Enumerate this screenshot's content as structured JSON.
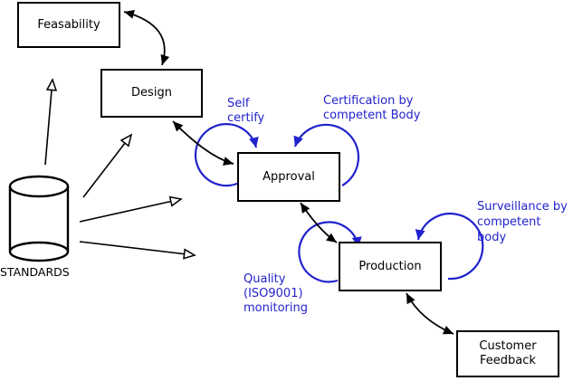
{
  "diagram": {
    "description": "Standards-driven product lifecycle flow diagram",
    "colors": {
      "line_black": "#000000",
      "annotation_blue": "#2222cc",
      "box_fill": "#ffffff"
    },
    "nodes": {
      "feasability": {
        "label": "Feasability"
      },
      "design": {
        "label": "Design"
      },
      "approval": {
        "label": "Approval"
      },
      "production": {
        "label": "Production"
      },
      "customer_feedback": {
        "label": "Customer\nFeedback"
      }
    },
    "datastore": {
      "label": "STANDARDS",
      "shape": "cylinder"
    },
    "annotations": {
      "self_certify": {
        "text": "Self\ncertify",
        "color": "#2222cc"
      },
      "certification": {
        "text": "Certification by\ncompetent Body",
        "color": "#2222cc"
      },
      "surveillance": {
        "text": "Surveillance by\ncompetent body",
        "color": "#2222cc"
      },
      "quality": {
        "text": "Quality\n(ISO9001)\nmonitoring",
        "color": "#2222cc"
      }
    },
    "edges": [
      {
        "from": "STANDARDS",
        "to": "Feasability",
        "style": "single-open-arrow",
        "color": "#000000"
      },
      {
        "from": "STANDARDS",
        "to": "Design",
        "style": "single-open-arrow",
        "color": "#000000"
      },
      {
        "from": "STANDARDS",
        "to": "Approval",
        "style": "single-open-arrow",
        "color": "#000000"
      },
      {
        "from": "STANDARDS",
        "to": "Production",
        "style": "single-open-arrow",
        "color": "#000000"
      },
      {
        "from": "Feasability",
        "to": "Design",
        "style": "double-headed-curved",
        "color": "#000000"
      },
      {
        "from": "Design",
        "to": "Approval",
        "style": "double-headed-curved",
        "color": "#000000"
      },
      {
        "from": "Approval",
        "to": "Production",
        "style": "double-headed-curved",
        "color": "#000000"
      },
      {
        "from": "Production",
        "to": "Customer Feedback",
        "style": "double-headed-curved",
        "color": "#000000"
      },
      {
        "on": "Approval",
        "label": "Self certify",
        "style": "self-loop-top-left",
        "color": "#2222cc"
      },
      {
        "on": "Approval",
        "label": "Certification by competent Body",
        "style": "self-loop-top-right",
        "color": "#2222cc"
      },
      {
        "on": "Production",
        "label": "Quality (ISO9001) monitoring",
        "style": "self-loop-top-left",
        "color": "#2222cc"
      },
      {
        "on": "Production",
        "label": "Surveillance by competent body",
        "style": "self-loop-top-right",
        "color": "#2222cc"
      }
    ]
  }
}
